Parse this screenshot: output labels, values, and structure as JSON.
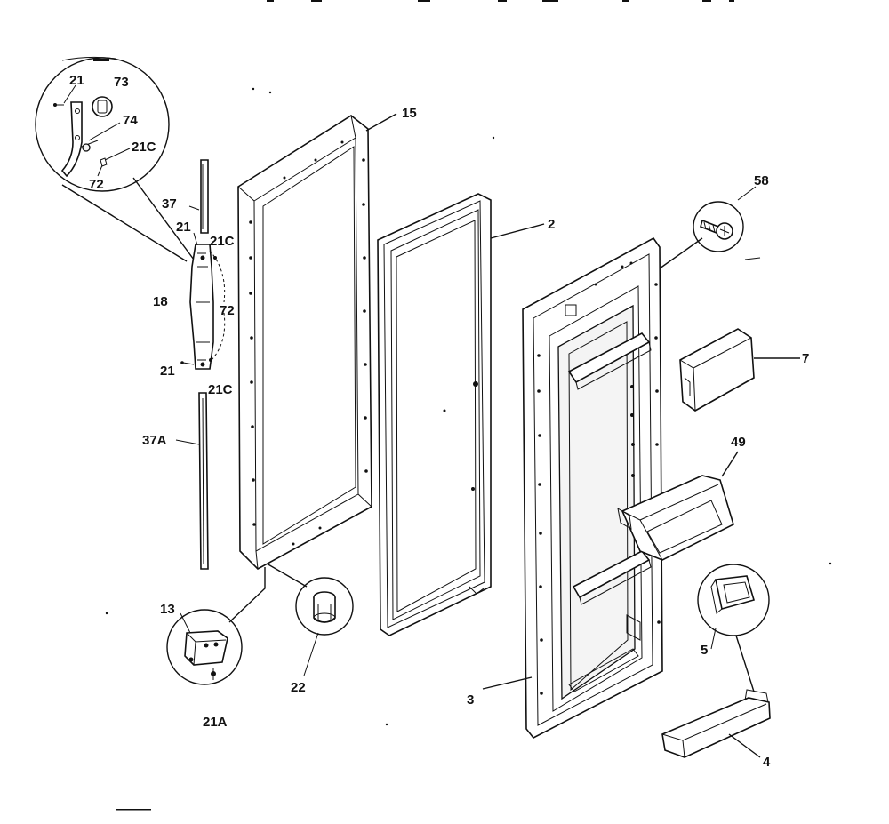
{
  "labels": {
    "p21_detail": "21",
    "p73": "73",
    "p74": "74",
    "p21c_detail": "21C",
    "p72_detail": "72",
    "p37": "37",
    "p21_top": "21",
    "p21c_top": "21C",
    "p18": "18",
    "p72": "72",
    "p21_bottom": "21",
    "p21c_bottom": "21C",
    "p37a": "37A",
    "p13": "13",
    "p21a": "21A",
    "p22": "22",
    "p15": "15",
    "p2": "2",
    "p58": "58",
    "p7": "7",
    "p49": "49",
    "p5": "5",
    "p3": "3",
    "p4": "4"
  }
}
